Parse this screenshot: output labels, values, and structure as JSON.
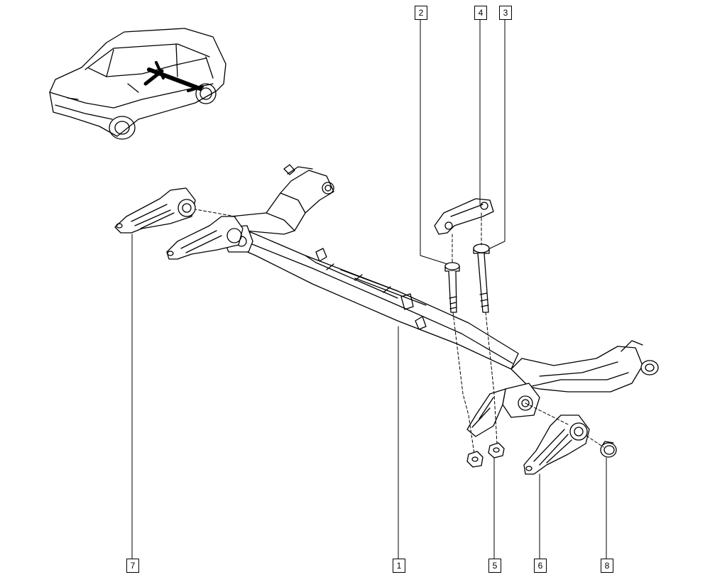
{
  "callouts": [
    {
      "id": "c2",
      "label": "2",
      "part": "bolt"
    },
    {
      "id": "c4",
      "label": "4",
      "part": "bracket"
    },
    {
      "id": "c3",
      "label": "3",
      "part": "bolt"
    },
    {
      "id": "c7",
      "label": "7",
      "part": "mounting-bracket"
    },
    {
      "id": "c1",
      "label": "1",
      "part": "rear-axle-beam"
    },
    {
      "id": "c5",
      "label": "5",
      "part": "nut"
    },
    {
      "id": "c6",
      "label": "6",
      "part": "mounting-bracket"
    },
    {
      "id": "c8",
      "label": "8",
      "part": "bush-cap"
    }
  ],
  "colors": {
    "line": "#000000",
    "fill": "#ffffff"
  }
}
